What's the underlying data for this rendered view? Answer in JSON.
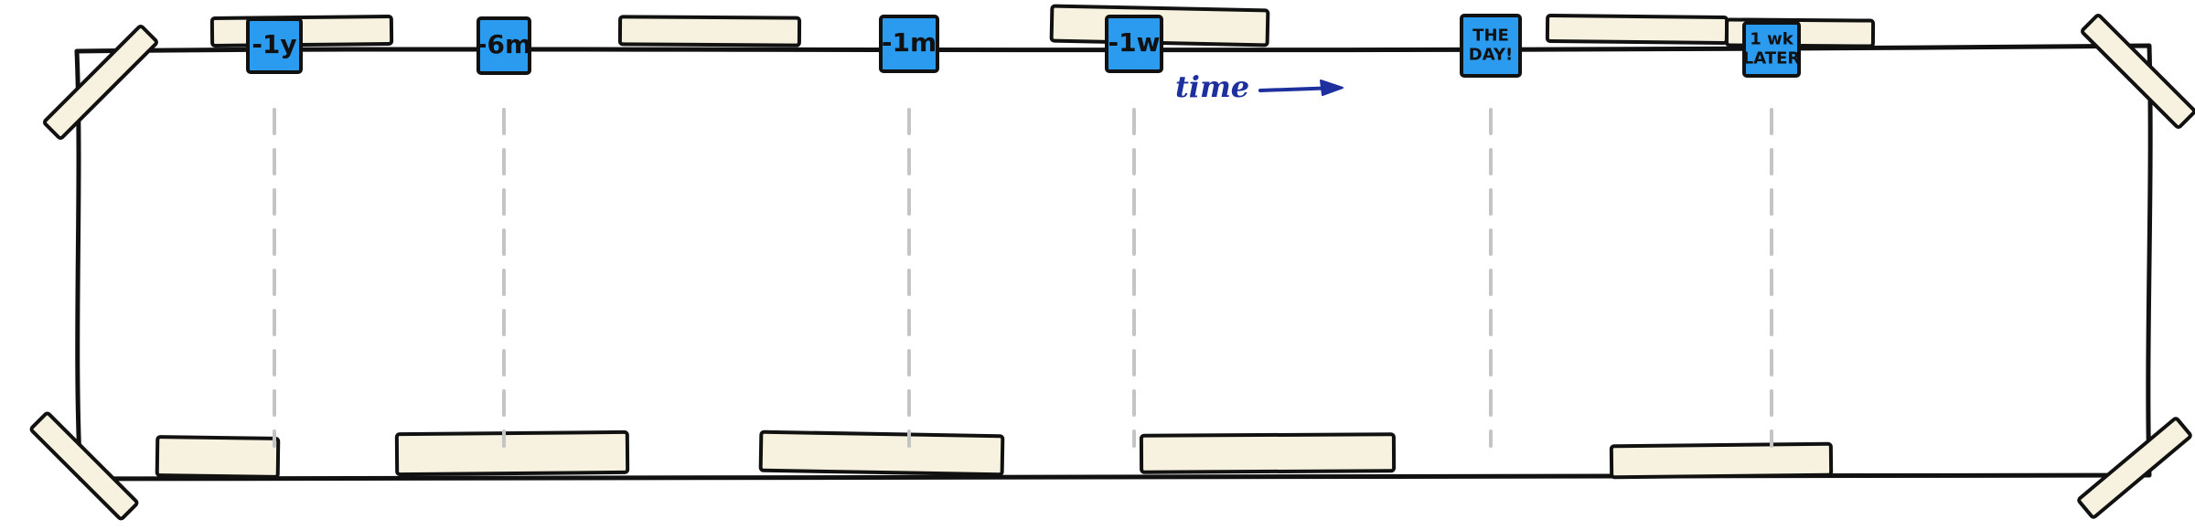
{
  "colors": {
    "background": "#ffffff",
    "ink": "#111111",
    "marker_fill": "#2a9bef",
    "tape_fill": "#f7f2df",
    "guide_line": "#c4c4c4",
    "time_ink": "#1e2f9e"
  },
  "markers": [
    {
      "id": "minus-1-year",
      "lines": [
        "-1y"
      ]
    },
    {
      "id": "minus-6-months",
      "lines": [
        "-6m"
      ]
    },
    {
      "id": "minus-1-month",
      "lines": [
        "-1m"
      ]
    },
    {
      "id": "minus-1-week",
      "lines": [
        "-1w"
      ]
    },
    {
      "id": "the-day",
      "lines": [
        "THE",
        "DAY!"
      ]
    },
    {
      "id": "one-week-later",
      "lines": [
        "1 wk",
        "LATER"
      ]
    }
  ],
  "time_direction": {
    "label": "time",
    "arrow_icon": "right-arrow-icon"
  }
}
